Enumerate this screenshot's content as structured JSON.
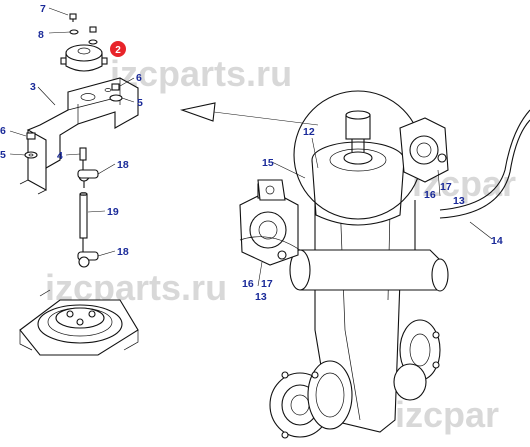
{
  "watermarks": [
    "izcparts.ru",
    "izcparts.ru",
    "izcpar"
  ],
  "highlight_badge": {
    "label": "2",
    "color": "#e8242a"
  },
  "callout_color": "#1a2a99",
  "callouts": {
    "c7": "7",
    "c8": "8",
    "c3": "3",
    "c6a": "6",
    "c5a": "5",
    "c6b": "6",
    "c5b": "5",
    "c4": "4",
    "c18a": "18",
    "c19": "19",
    "c18b": "18",
    "c12": "12",
    "c15": "15",
    "c16a": "16",
    "c17a": "17",
    "c13a": "13",
    "c16b": "16",
    "c17b": "17",
    "c13b": "13",
    "c14": "14"
  }
}
